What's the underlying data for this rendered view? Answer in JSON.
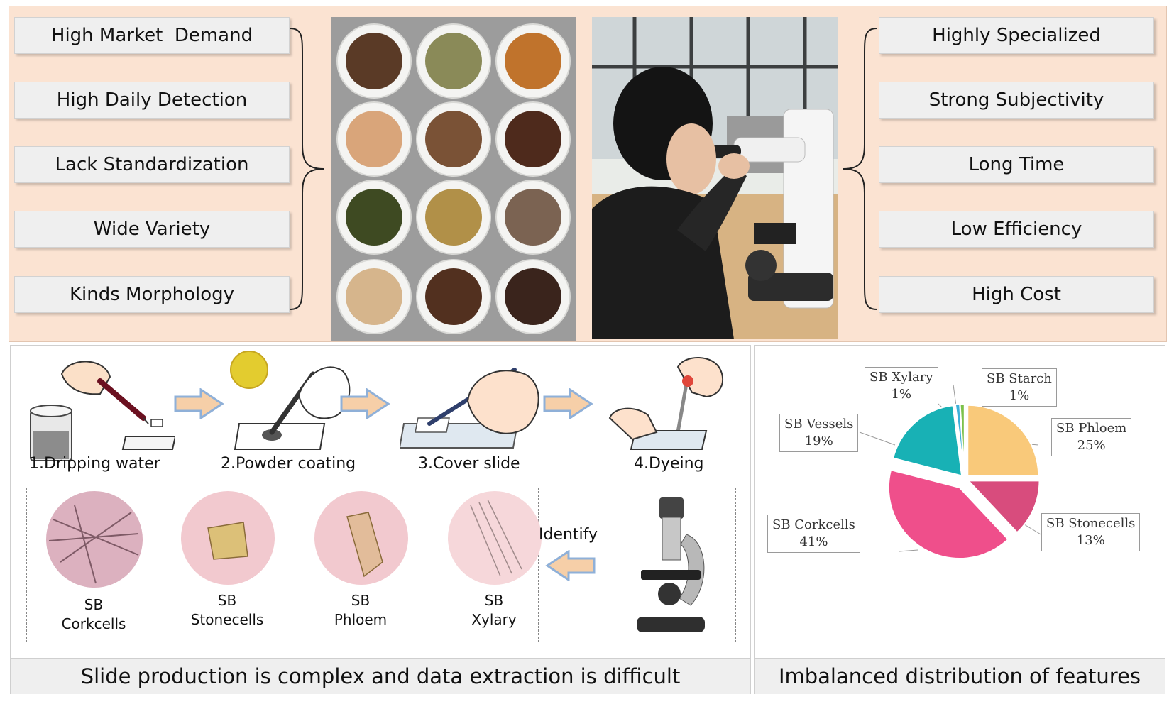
{
  "left_features": [
    "High Market  Demand",
    "High Daily Detection",
    "Lack Standardization",
    "Wide Variety",
    "Kinds Morphology"
  ],
  "right_features": [
    "Highly Specialized",
    "Strong Subjectivity",
    "Long Time",
    "Low Efficiency",
    "High Cost"
  ],
  "steps": [
    "1.Dripping water",
    "2.Powder coating",
    "3.Cover slide",
    "4.Dyeing"
  ],
  "identify_label": "Identify",
  "cells": [
    {
      "line1": "SB",
      "line2": "Corkcells"
    },
    {
      "line1": "SB",
      "line2": "Stonecells"
    },
    {
      "line1": "SB",
      "line2": "Phloem"
    },
    {
      "line1": "SB",
      "line2": "Xylary"
    }
  ],
  "captions": {
    "left": "Slide production is complex and data extraction is difficult",
    "right": "Imbalanced distribution of features"
  },
  "chart_data": {
    "type": "pie",
    "slices": [
      {
        "name": "SB Phloem",
        "value": 25,
        "label": "25%",
        "color": "#f9c97a"
      },
      {
        "name": "SB Stonecells",
        "value": 13,
        "label": "13%",
        "color": "#d84c7d"
      },
      {
        "name": "SB Corkcells",
        "value": 41,
        "label": "41%",
        "color": "#ef4f8b"
      },
      {
        "name": "SB Vessels",
        "value": 19,
        "label": "19%",
        "color": "#18b1b5"
      },
      {
        "name": "SB Xylary",
        "value": 1,
        "label": "1%",
        "color": "#3db0d9"
      },
      {
        "name": "SB Starch",
        "value": 1,
        "label": "1%",
        "color": "#7cc14a"
      }
    ]
  },
  "colors": {
    "top_panel": "#fbe3d2",
    "label_box": "#efefef",
    "arrow_fill": "#f6cfa8",
    "arrow_stroke": "#8fb0d8"
  }
}
